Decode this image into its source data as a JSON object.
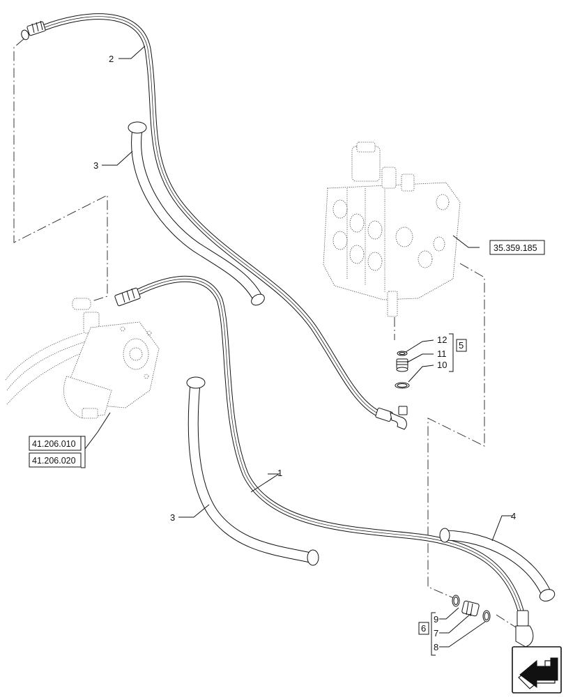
{
  "callouts": {
    "hose_upper": "2",
    "tube_upper": "3",
    "hose_lower": "1",
    "tube_lower": "3",
    "tube_right": "4",
    "item_12": "12",
    "item_11": "11",
    "item_10": "10",
    "kit_upper": "5",
    "item_9": "9",
    "item_7": "7",
    "item_8": "8",
    "kit_lower": "6"
  },
  "references": {
    "control_valve": "35.359.185",
    "steering_unit_1": "41.206.010",
    "steering_unit_2": "41.206.020"
  },
  "icons": {
    "navigation": "next-page-arrow-icon"
  }
}
